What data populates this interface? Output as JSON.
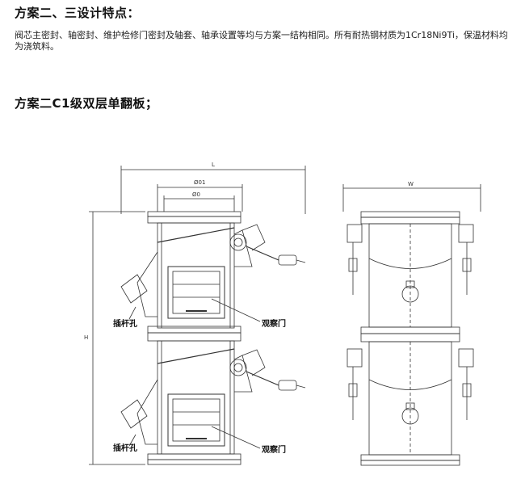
{
  "section_title": "方案二、三设计特点：",
  "paragraph": "阀芯主密封、轴密封、维护检修门密封及轴套、轴承设置等均与方案一结构相同。所有耐热钢材质为1Cr18Ni9Ti，保温材料均为浇筑料。",
  "subtitle": "方案二C1级双层单翻板；",
  "drawing": {
    "labels": {
      "inspection_hole": "插杆孔",
      "observation_door": "观察门"
    },
    "dims": {
      "L": "L",
      "outer_dia": "Ø01",
      "inner_dia": "Ø0",
      "H": "H",
      "W": "W"
    }
  }
}
